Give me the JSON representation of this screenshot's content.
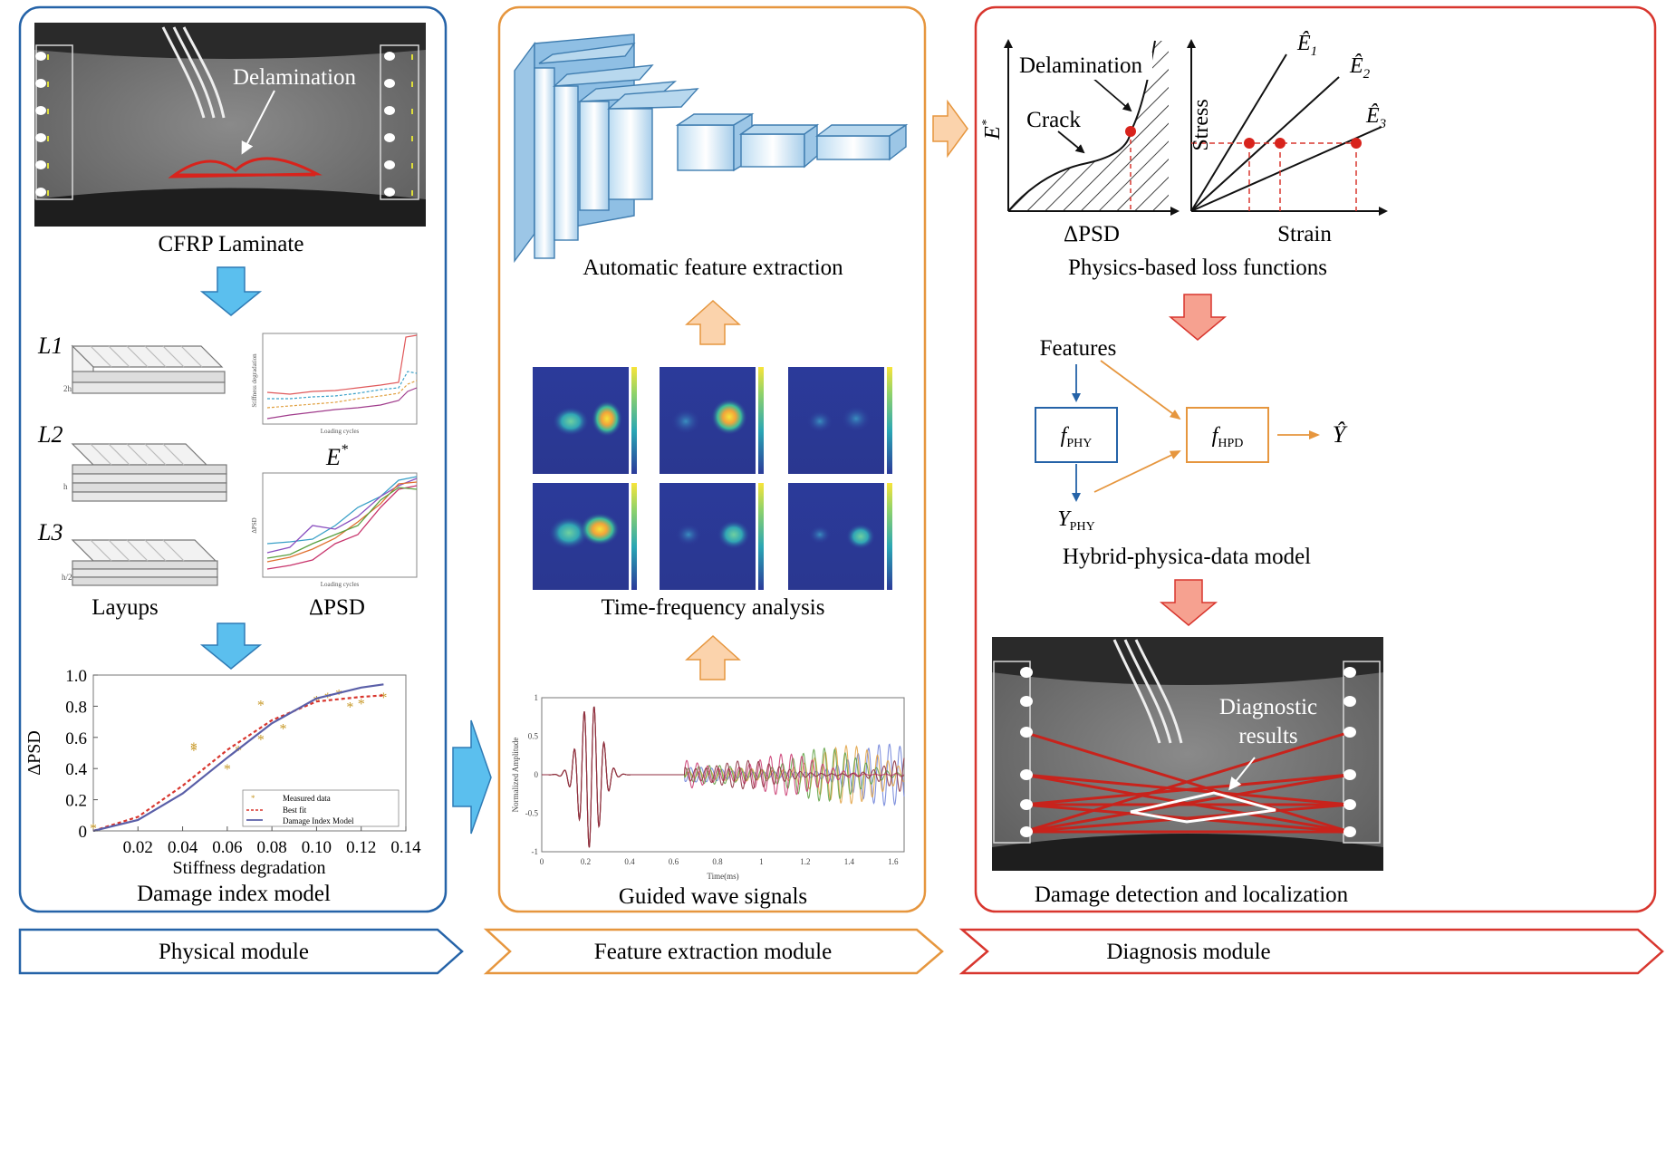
{
  "colors": {
    "physical": "#2563a8",
    "feature": "#e6963e",
    "diagnosis": "#d8362e",
    "arrow_blue": "#5bbfee",
    "arrow_orange": "#fbd3ac",
    "arrow_red": "#f6a190",
    "cnn_block": "#9cc6e6",
    "cnn_edge": "#3f7db0"
  },
  "physical": {
    "cfrp_label": "CFRP Laminate",
    "delamination_label": "Delamination",
    "layup_labels": [
      "L1",
      "L2",
      "L3"
    ],
    "layup_thickness": [
      "2h",
      "h",
      "h/2"
    ],
    "e_star_label": "E*",
    "layups_label": "Layups",
    "dpsd_label": "ΔPSD",
    "small_chart_xlabel": "Loading cycles",
    "small_chart_top_ylabel": "Stiffness degradation",
    "small_chart_bottom_ylabel": "ΔPSD",
    "damage_index_label": "Damage index model",
    "module_label": "Physical module"
  },
  "chart_data": [
    {
      "type": "scatter",
      "xlabel": "Stiffness degradation",
      "ylabel": "ΔPSD",
      "xlim": [
        0,
        0.14
      ],
      "ylim": [
        0,
        1.0
      ],
      "xticks": [
        "0.02",
        "0.04",
        "0.06",
        "0.08",
        "0.10",
        "0.12",
        "0.14"
      ],
      "yticks": [
        "0",
        "0.2",
        "0.4",
        "0.6",
        "0.8",
        "1.0"
      ],
      "legend": [
        "Measured data",
        "Best fit",
        "Damage Index Model"
      ],
      "legend_position": "bottom-right",
      "series": [
        {
          "name": "Measured data",
          "points": [
            [
              0.0,
              0.02
            ],
            [
              0.045,
              0.52
            ],
            [
              0.045,
              0.54
            ],
            [
              0.06,
              0.4
            ],
            [
              0.065,
              0.52
            ],
            [
              0.075,
              0.59
            ],
            [
              0.075,
              0.81
            ],
            [
              0.085,
              0.66
            ],
            [
              0.1,
              0.84
            ],
            [
              0.105,
              0.86
            ],
            [
              0.11,
              0.88
            ],
            [
              0.115,
              0.8
            ],
            [
              0.12,
              0.82
            ],
            [
              0.13,
              0.86
            ]
          ]
        },
        {
          "name": "Best fit",
          "points": [
            [
              0.0,
              0.0
            ],
            [
              0.02,
              0.09
            ],
            [
              0.04,
              0.29
            ],
            [
              0.06,
              0.52
            ],
            [
              0.08,
              0.71
            ],
            [
              0.1,
              0.83
            ],
            [
              0.12,
              0.86
            ],
            [
              0.13,
              0.87
            ]
          ]
        },
        {
          "name": "Damage Index Model",
          "points": [
            [
              0.0,
              0.0
            ],
            [
              0.02,
              0.07
            ],
            [
              0.04,
              0.24
            ],
            [
              0.06,
              0.47
            ],
            [
              0.08,
              0.69
            ],
            [
              0.1,
              0.85
            ],
            [
              0.12,
              0.92
            ],
            [
              0.13,
              0.94
            ]
          ]
        }
      ]
    },
    {
      "type": "line",
      "xlabel": "Time(ms)",
      "ylabel": "Normalized Amplitude",
      "xlim": [
        0,
        1.65
      ],
      "ylim": [
        -1,
        1
      ],
      "xticks": [
        "0",
        "0.2",
        "0.4",
        "0.6",
        "0.8",
        "1",
        "1.2",
        "1.4",
        "1.6"
      ],
      "yticks": [
        "-1",
        "-0.5",
        "0",
        "0.5",
        "1"
      ]
    }
  ],
  "feature": {
    "cnn_label": "Automatic feature extraction",
    "tf_label": "Time-frequency analysis",
    "gw_label": "Guided wave signals",
    "module_label": "Feature extraction module"
  },
  "diagnosis": {
    "delamination_label": "Delamination",
    "crack_label": "Crack",
    "e_star_axis": "E*",
    "dpsd_axis": "ΔPSD",
    "stress_axis": "Stress",
    "strain_axis": "Strain",
    "e_hats": [
      "Ê1",
      "Ê2",
      "Ê3"
    ],
    "loss_label": "Physics-based loss functions",
    "features_label": "Features",
    "fphy_label": "fPHY",
    "fhpd_label": "fHPD",
    "yphy_label": "YPHY",
    "yhat_label": "Ŷ",
    "hybrid_label": "Hybrid-physica-data model",
    "diag_results_label": "Diagnostic results",
    "damage_detect_label": "Damage detection and localization",
    "module_label": "Diagnosis module"
  }
}
